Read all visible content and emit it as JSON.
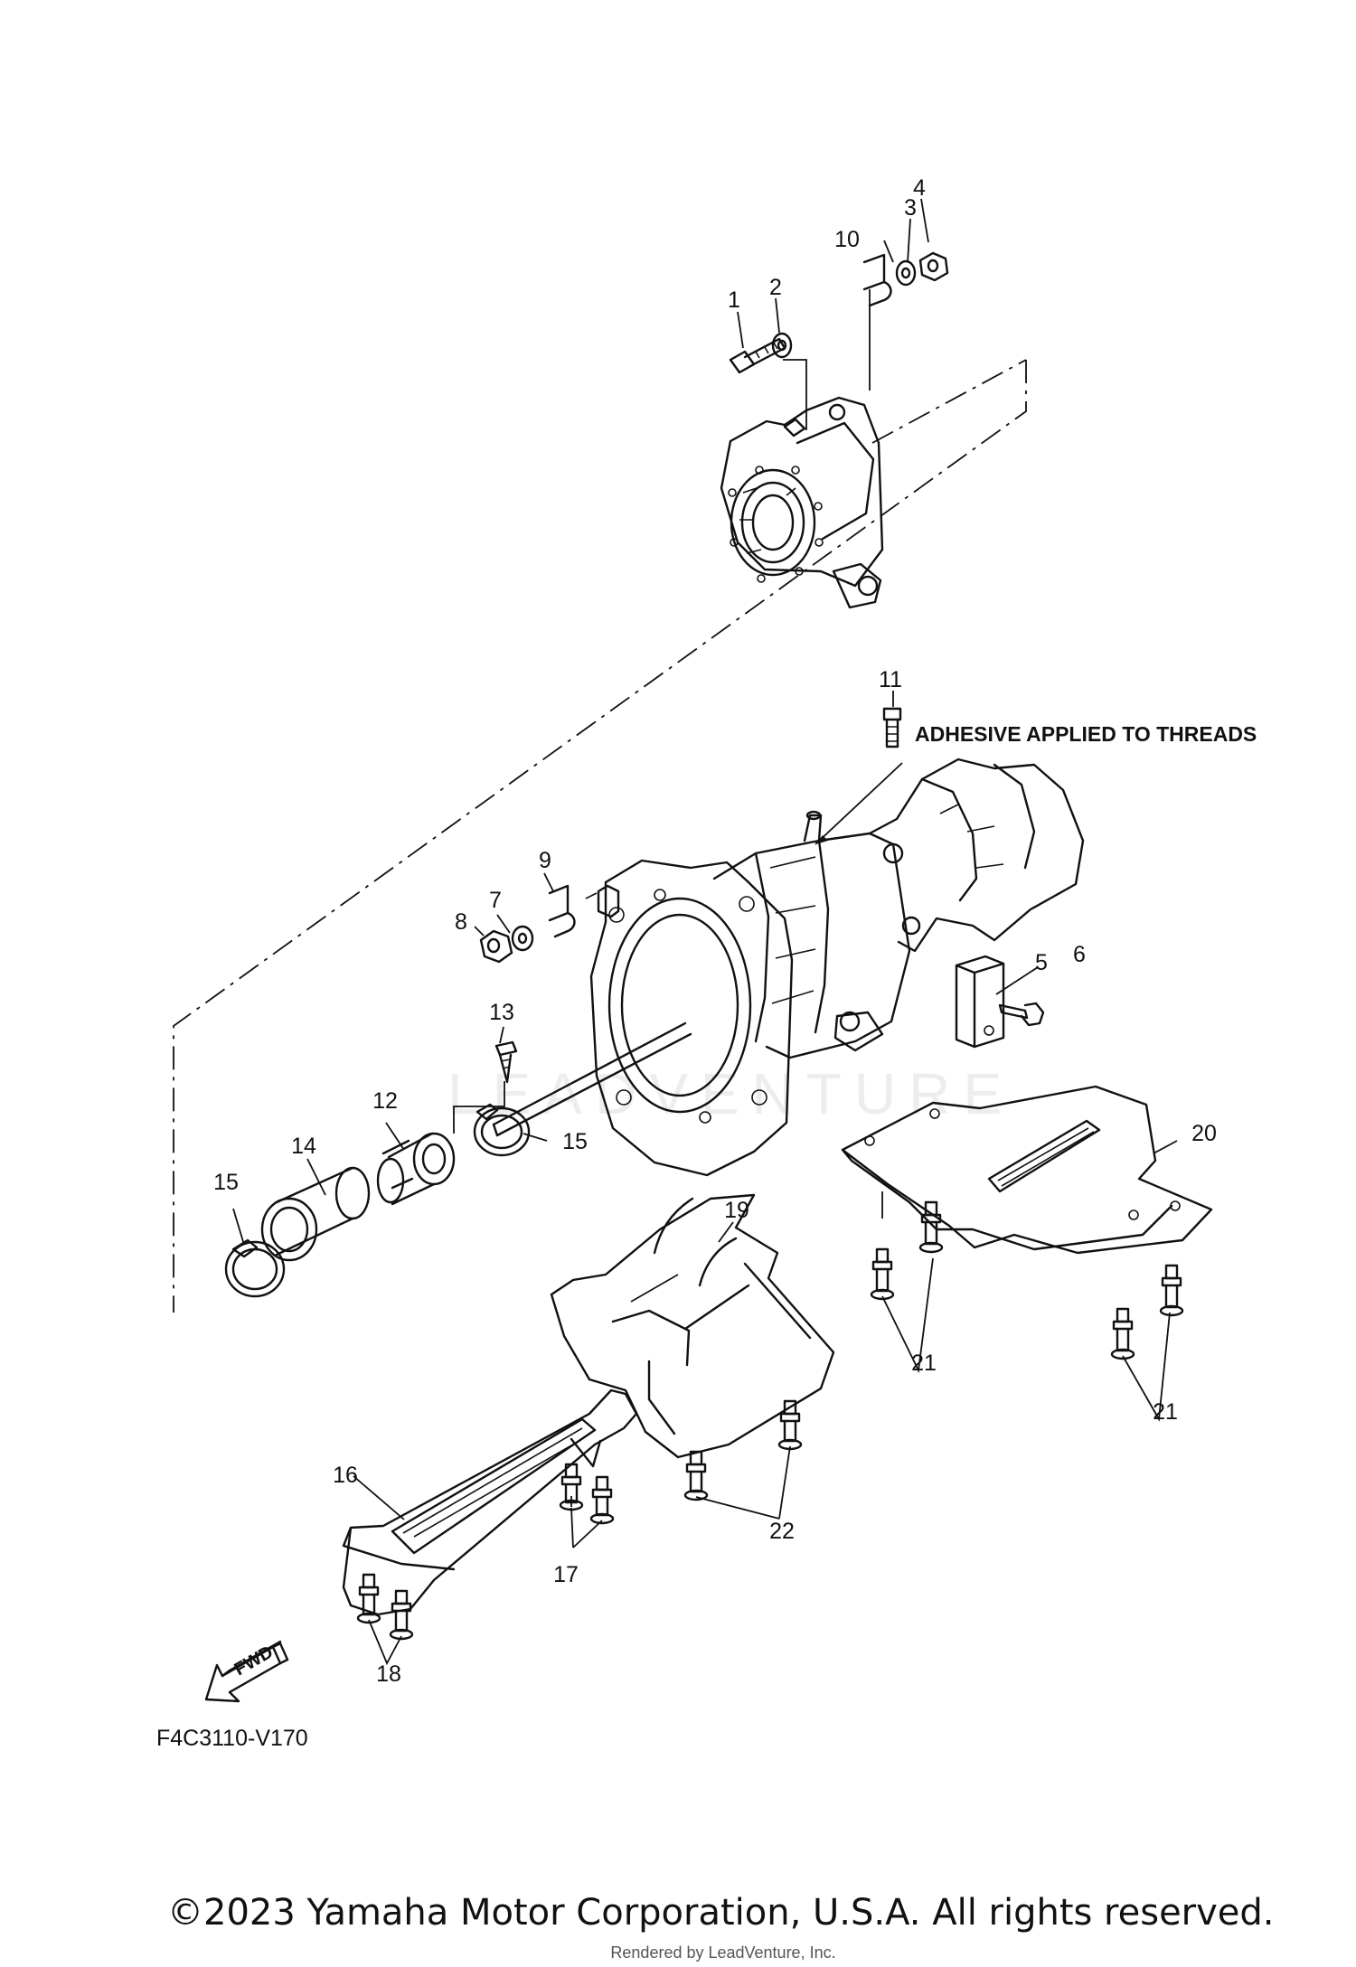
{
  "callouts": [
    {
      "num": "1"
    },
    {
      "num": "2"
    },
    {
      "num": "3"
    },
    {
      "num": "4"
    },
    {
      "num": "10"
    },
    {
      "num": "11"
    },
    {
      "num": "9"
    },
    {
      "num": "7"
    },
    {
      "num": "8"
    },
    {
      "num": "5"
    },
    {
      "num": "6"
    },
    {
      "num": "13"
    },
    {
      "num": "12"
    },
    {
      "num": "14"
    },
    {
      "num": "15"
    },
    {
      "num": "15"
    },
    {
      "num": "19"
    },
    {
      "num": "20"
    },
    {
      "num": "21"
    },
    {
      "num": "21"
    },
    {
      "num": "16"
    },
    {
      "num": "17"
    },
    {
      "num": "22"
    },
    {
      "num": "18"
    }
  ],
  "note": "ADHESIVE APPLIED TO THREADS",
  "fwd_label": "FWD",
  "diagram_code": "F4C3110-V170",
  "watermark": "LEADVENTURE",
  "copyright": "©2023 Yamaha Motor Corporation, U.S.A. All rights reserved.",
  "rendered_by": "Rendered by LeadVenture, Inc."
}
